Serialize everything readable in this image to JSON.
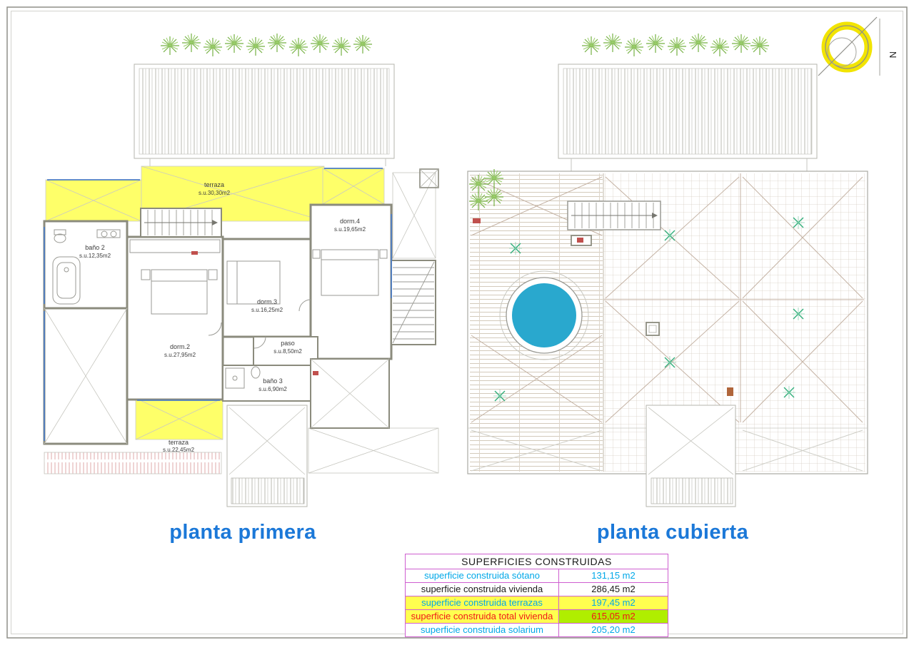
{
  "sheet": {
    "left_plan_title": "planta primera",
    "right_plan_title": "planta cubierta"
  },
  "compass": {
    "north_label": "N"
  },
  "left_plan": {
    "rooms": [
      {
        "name": "terraza",
        "area": "s.u.30,30m2"
      },
      {
        "name": "dorm.4",
        "area": "s.u.19,65m2"
      },
      {
        "name": "baño 2",
        "area": "s.u.12,35m2"
      },
      {
        "name": "dorm.3",
        "area": "s.u.16,25m2"
      },
      {
        "name": "dorm.2",
        "area": "s.u.27,95m2"
      },
      {
        "name": "paso",
        "area": "s.u.8,50m2"
      },
      {
        "name": "baño 3",
        "area": "s.u.6,90m2"
      },
      {
        "name": "terraza",
        "area": "s.u.22,45m2"
      }
    ]
  },
  "areas_table": {
    "title": "SUPERFICIES CONSTRUIDAS",
    "rows": [
      {
        "label": "superficie construida sótano",
        "value": "131,15 m2",
        "label_color": "#00a8e8",
        "value_color": "#00a8e8",
        "label_bg": "#ffffff",
        "value_bg": "#ffffff"
      },
      {
        "label": "superficie construida vivienda",
        "value": "286,45 m2",
        "label_color": "#1a1a1a",
        "value_color": "#1a1a1a",
        "label_bg": "#ffffff",
        "value_bg": "#ffffff"
      },
      {
        "label": "superficie construida terrazas",
        "value": "197,45 m2",
        "label_color": "#00a8e8",
        "value_color": "#00a8e8",
        "label_bg": "#ffff4f",
        "value_bg": "#ffff4f"
      },
      {
        "label": "superficie construida total vivienda",
        "value": "615,05 m2",
        "label_color": "#f01818",
        "value_color": "#f01818",
        "label_bg": "#ffff4f",
        "value_bg": "#b0ee00"
      },
      {
        "label": "superficie construida solarium",
        "value": "205,20 m2",
        "label_color": "#00a8e8",
        "value_color": "#00a8e8",
        "label_bg": "#ffffff",
        "value_bg": "#ffffff"
      }
    ]
  },
  "colors": {
    "plan_title_blue": "#1b78d8",
    "terrace_highlight_yellow": "#feff69",
    "pool_water": "#29a8ce",
    "plant_green": "#76b043",
    "table_border_magenta": "#cf5fd0",
    "compass_highlight_yellow": "#f2e400",
    "window_blue": "#4d7dc4"
  }
}
